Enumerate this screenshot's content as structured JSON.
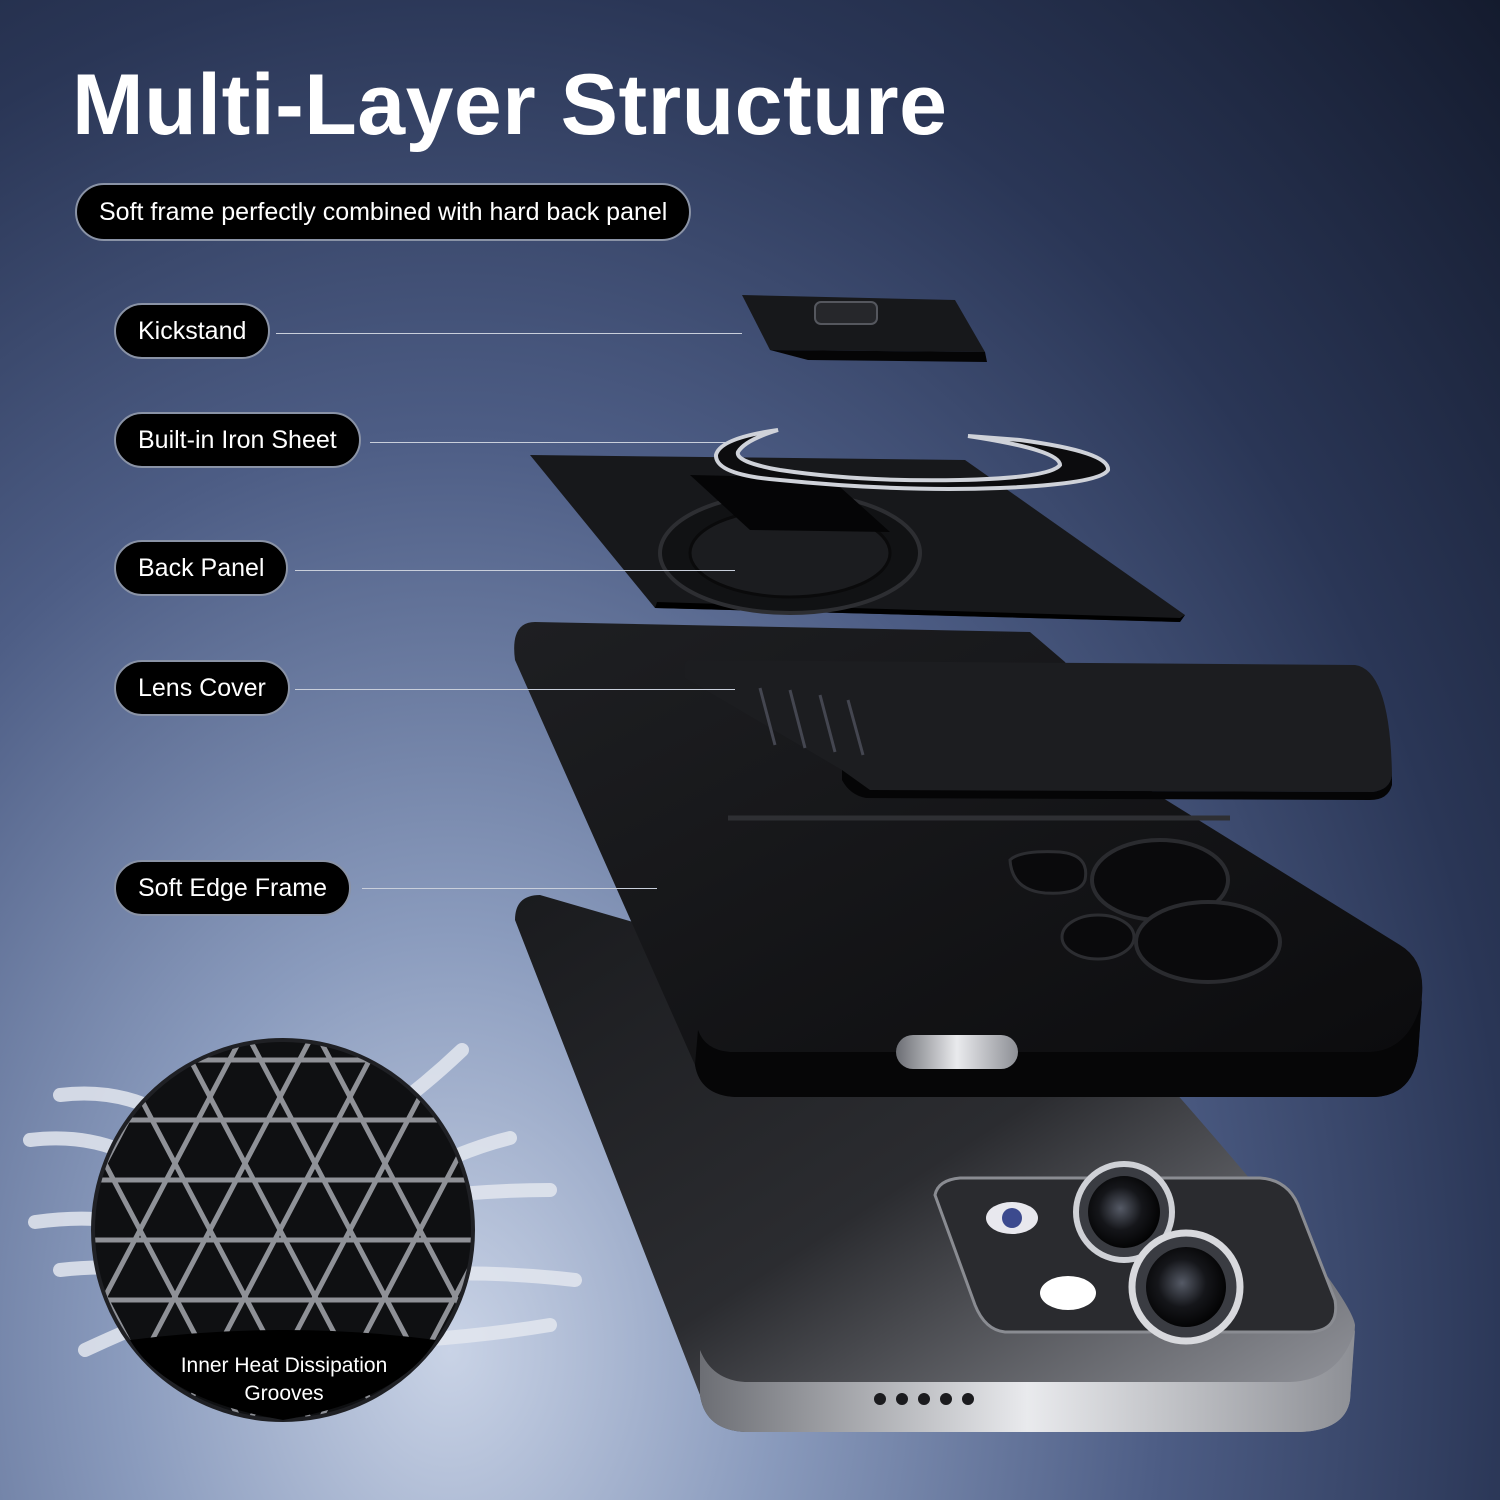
{
  "title": "Multi-Layer Structure",
  "subtitle": "Soft frame perfectly combined with hard back panel",
  "labels": {
    "kickstand": "Kickstand",
    "iron_sheet": "Built-in Iron Sheet",
    "back_panel": "Back Panel",
    "lens_cover": "Lens Cover",
    "soft_edge_frame": "Soft Edge Frame"
  },
  "heat_badge": "Inner Heat Dissipation\nGrooves",
  "colors": {
    "background_dark": "#141b2e",
    "background_light": "#c9d3e6",
    "pill_fill": "#000000",
    "text": "#ffffff"
  }
}
